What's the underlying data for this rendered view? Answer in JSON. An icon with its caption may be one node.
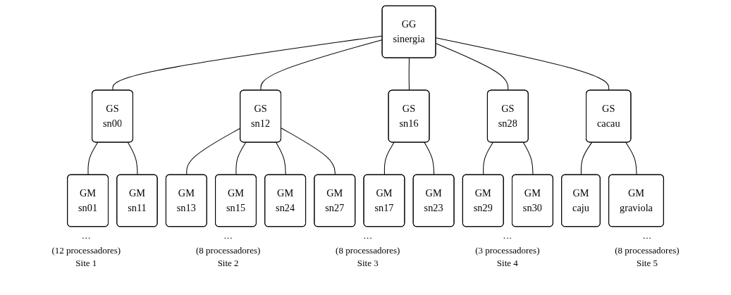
{
  "diagram": {
    "nodes": [
      {
        "text": [
          "GG",
          "sinergia"
        ]
      },
      {
        "text": [
          "GS",
          "sn00"
        ]
      },
      {
        "text": [
          "GM",
          "sn01"
        ]
      },
      {
        "text": [
          "GM",
          "sn11"
        ]
      },
      {
        "text": [
          "GS",
          "sn12"
        ]
      },
      {
        "text": [
          "GM",
          "sn13"
        ]
      },
      {
        "text": [
          "GM",
          "sn15"
        ]
      },
      {
        "text": [
          "GM",
          "sn24"
        ]
      },
      {
        "text": [
          "GM",
          "sn27"
        ]
      },
      {
        "text": [
          "GS",
          "sn16"
        ]
      },
      {
        "text": [
          "GM",
          "sn17"
        ]
      },
      {
        "text": [
          "GM",
          "sn23"
        ]
      },
      {
        "text": [
          "GS",
          "sn28"
        ]
      },
      {
        "text": [
          "GM",
          "sn29"
        ]
      },
      {
        "text": [
          "GM",
          "sn30"
        ]
      },
      {
        "text": [
          "GS",
          "cacau"
        ]
      },
      {
        "text": [
          "GM",
          "caju"
        ]
      },
      {
        "text": [
          "GM",
          "graviola"
        ]
      }
    ],
    "edges": [
      {
        "from": 0,
        "to": 1,
        "arrow": "none"
      },
      {
        "from": 0,
        "to": 4,
        "arrow": "none"
      },
      {
        "from": 0,
        "to": 9,
        "arrow": "none"
      },
      {
        "from": 0,
        "to": 12,
        "arrow": "none"
      },
      {
        "from": 0,
        "to": 15,
        "arrow": "none"
      },
      {
        "from": 1,
        "to": 2,
        "arrow": "none"
      },
      {
        "from": 1,
        "to": 3,
        "arrow": "none"
      },
      {
        "from": 4,
        "to": 5,
        "arrow": "none"
      },
      {
        "from": 4,
        "to": 6,
        "arrow": "none"
      },
      {
        "from": 4,
        "to": 7,
        "arrow": "none"
      },
      {
        "from": 4,
        "to": 8,
        "arrow": "none"
      },
      {
        "from": 9,
        "to": 10,
        "arrow": "none"
      },
      {
        "from": 9,
        "to": 11,
        "arrow": "none"
      },
      {
        "from": 12,
        "to": 13,
        "arrow": "none"
      },
      {
        "from": 12,
        "to": 14,
        "arrow": "none"
      },
      {
        "from": 15,
        "to": 16,
        "arrow": "none"
      },
      {
        "from": 15,
        "to": 17,
        "arrow": "none"
      }
    ],
    "labels": [
      "···",
      "···",
      "···",
      "···",
      "···",
      "(12 processadores)",
      "(8 processadores)",
      "(8 processadores)",
      "(3 processadores)",
      "(8 processadores)",
      "Site 1",
      "Site 2",
      "Site 3",
      "Site 4",
      "Site 5"
    ]
  }
}
